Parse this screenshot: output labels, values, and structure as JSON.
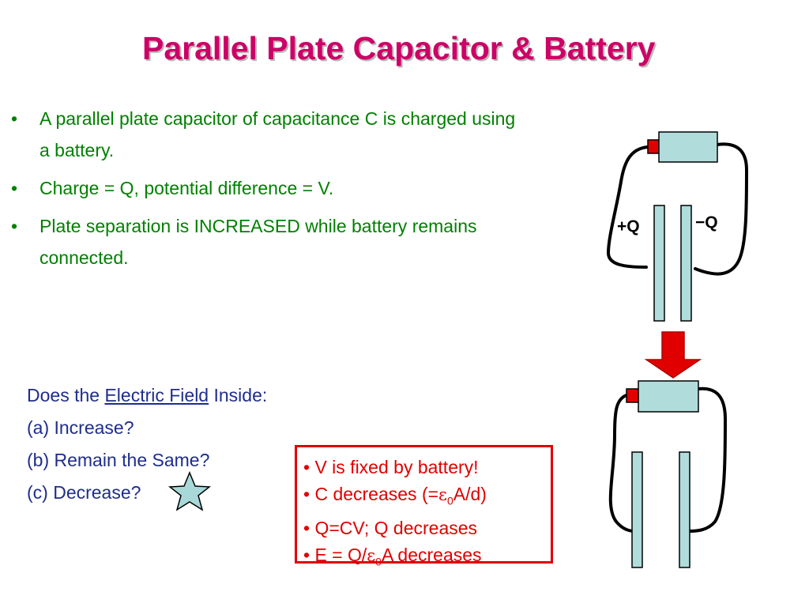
{
  "title": "Parallel Plate Capacitor & Battery",
  "bullets": [
    "A parallel plate capacitor of capacitance C is charged using a battery.",
    "Charge = Q, potential difference = V.",
    "Plate separation is INCREASED while battery remains connected."
  ],
  "bullet_marker": "•",
  "question": {
    "prefix": "Does the ",
    "field_term": "Electric Field",
    "suffix": " Inside:",
    "options": [
      "(a) Increase?",
      "(b) Remain the Same?",
      "(c) Decrease?"
    ]
  },
  "answer": {
    "line1": "• V is fixed by battery!",
    "line2_pre": "• C decreases (=",
    "line2_post": "A/d)",
    "line3": "• Q=CV; Q decreases",
    "line4_pre": "• E = Q/",
    "line4_post": "A decreases",
    "epsilon": "ε",
    "epsilon_sub": "0"
  },
  "diagram": {
    "plus_label": "+Q",
    "minus_label": "−Q"
  },
  "colors": {
    "title": "#cc0066",
    "bullet_text": "#008000",
    "question_text": "#1f2d8c",
    "answer_text": "#e00000",
    "battery_fill": "#b0dcdc",
    "battery_terminal": "#e00000",
    "arrow": "#e00000",
    "star": "#a8d8d8"
  }
}
